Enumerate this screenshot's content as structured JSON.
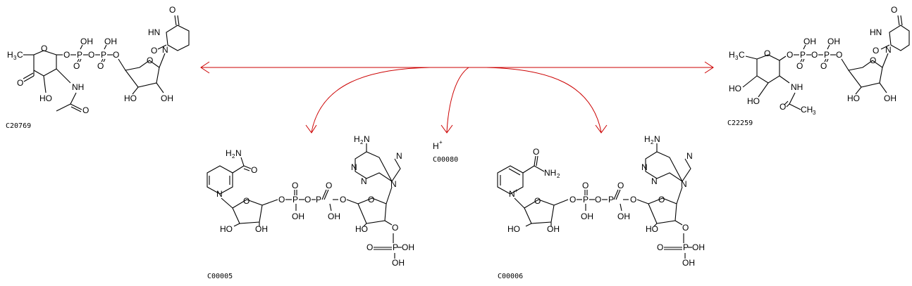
{
  "compounds": [
    {
      "id": "C20769"
    },
    {
      "id": "C22259"
    },
    {
      "id": "C00005"
    },
    {
      "id": "C00080",
      "formula": "H",
      "charge": "+"
    },
    {
      "id": "C00006"
    }
  ],
  "colors": {
    "arrow": "#cc0000",
    "structure": "#000000"
  }
}
